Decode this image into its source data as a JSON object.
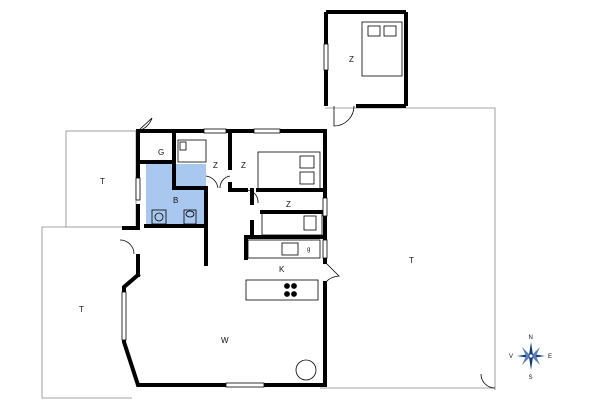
{
  "rooms": {
    "annex_bedroom": "Z",
    "terrace_left_top": "T",
    "storage": "G",
    "bedroom_1": "Z",
    "bedroom_2": "Z",
    "bedroom_3": "Z",
    "bathroom": "B",
    "stove_label": "g",
    "kitchen": "K",
    "terrace_right": "T",
    "terrace_left": "T",
    "living_room": "W"
  },
  "compass": {
    "north": "N",
    "south": "S",
    "east": "E",
    "west": "V"
  },
  "colors": {
    "wall": "#000000",
    "bathroom_fill": "#a9c8f0",
    "line": "#888888"
  }
}
